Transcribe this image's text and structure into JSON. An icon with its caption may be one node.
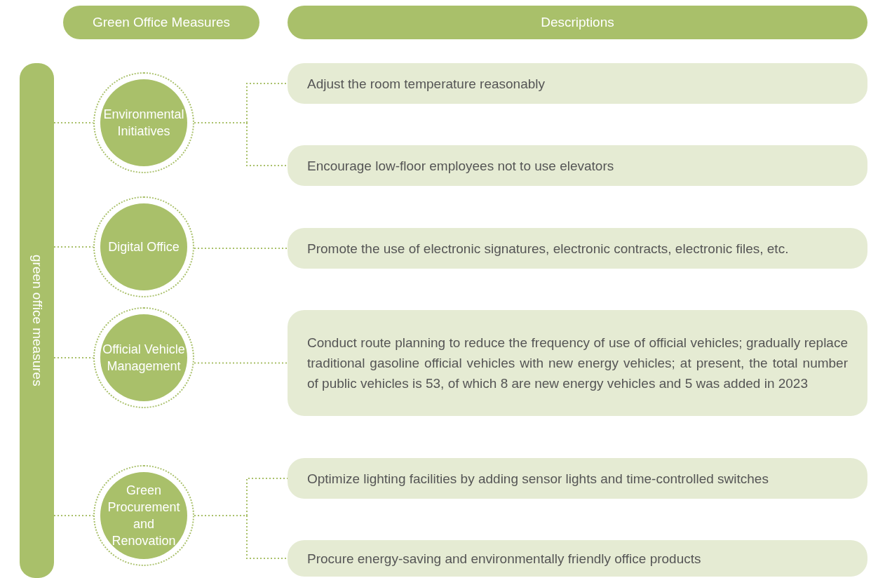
{
  "diagram": {
    "nodes": [
      {
        "text": [
          "Green Office Measures"
        ]
      },
      {
        "text": [
          "Descriptions"
        ]
      },
      {
        "text": [
          "green office measures"
        ]
      },
      {
        "text": [
          "Environmental Initiatives"
        ]
      },
      {
        "text": [
          "Adjust the room temperature reasonably"
        ]
      },
      {
        "text": [
          "Encourage low-floor employees not to use elevators"
        ]
      },
      {
        "text": [
          "Digital Office"
        ]
      },
      {
        "text": [
          "Promote the use of electronic signatures, electronic contracts, electronic files, etc."
        ]
      },
      {
        "text": [
          "Official Vehicle Management"
        ]
      },
      {
        "text": [
          "Conduct route planning to reduce the frequency of use of official vehicles; gradually replace traditional gasoline official vehicles with new energy vehicles; at present, the total number of public vehicles is 53, of which 8 are new energy vehicles and 5 was added in 2023"
        ]
      },
      {
        "text": [
          "Green Procurement and Renovation"
        ]
      },
      {
        "text": [
          "Optimize lighting facilities by adding sensor lights and time-controlled switches"
        ]
      },
      {
        "text": [
          "Procure energy-saving and environmentally friendly office products"
        ]
      }
    ],
    "edges": [
      {
        "from": 2,
        "to": 3,
        "arrow": "none",
        "style": "dashed"
      },
      {
        "from": 2,
        "to": 6,
        "arrow": "none",
        "style": "dashed"
      },
      {
        "from": 2,
        "to": 8,
        "arrow": "none",
        "style": "dashed"
      },
      {
        "from": 2,
        "to": 10,
        "arrow": "none",
        "style": "dashed"
      },
      {
        "from": 3,
        "to": 4,
        "arrow": "none",
        "style": "dashed"
      },
      {
        "from": 3,
        "to": 5,
        "arrow": "none",
        "style": "dashed"
      },
      {
        "from": 6,
        "to": 7,
        "arrow": "none",
        "style": "dashed"
      },
      {
        "from": 8,
        "to": 9,
        "arrow": "none",
        "style": "dashed"
      },
      {
        "from": 10,
        "to": 11,
        "arrow": "none",
        "style": "dashed"
      },
      {
        "from": 10,
        "to": 12,
        "arrow": "none",
        "style": "dashed"
      }
    ]
  }
}
